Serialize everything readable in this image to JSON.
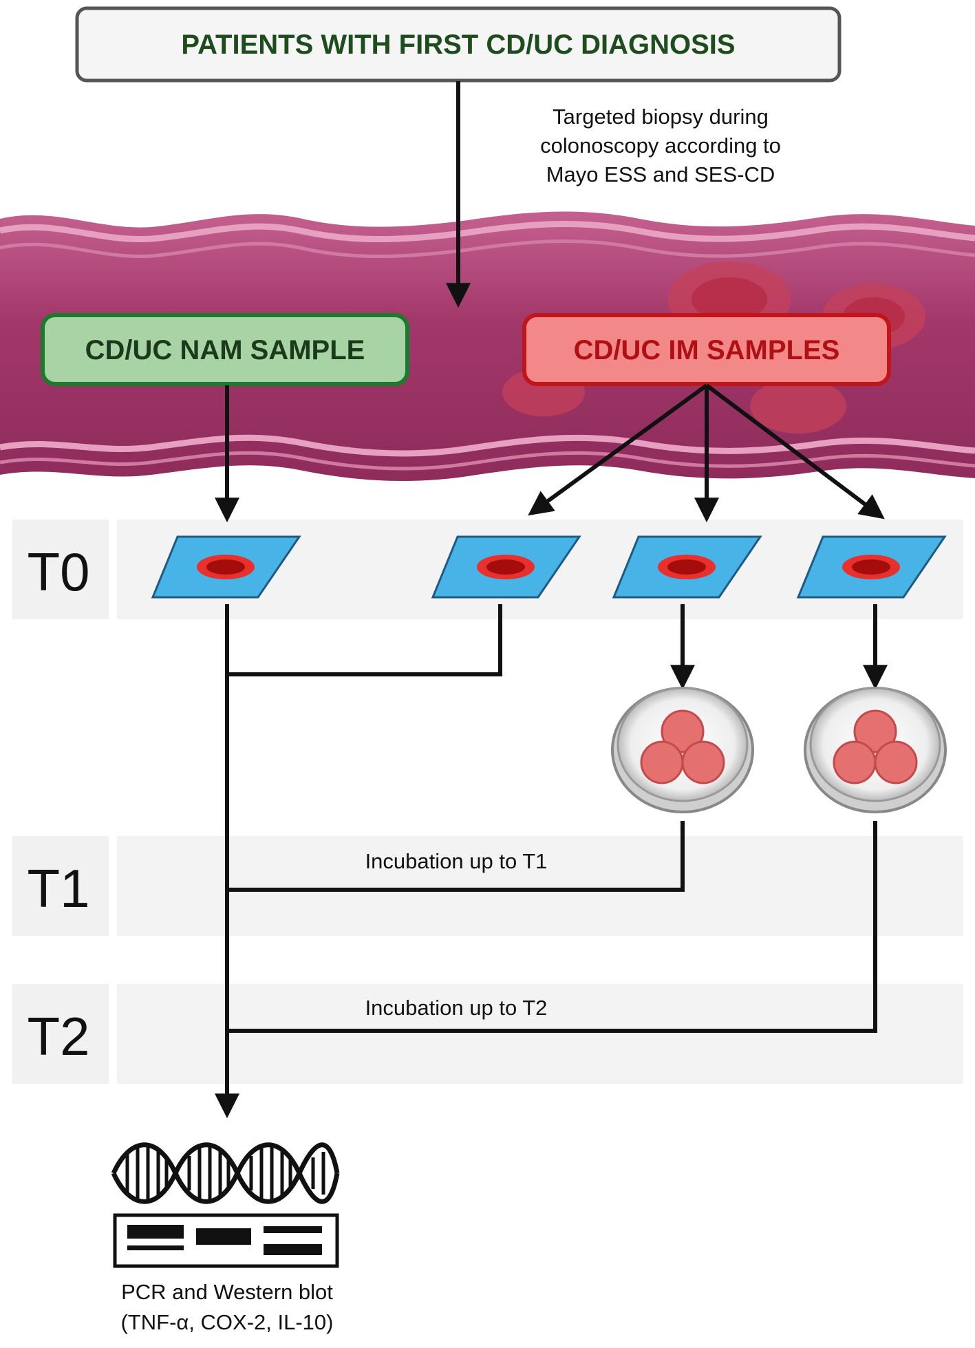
{
  "top_box": {
    "label": "PATIENTS WITH FIRST CD/UC DIAGNOSIS"
  },
  "biopsy_note": {
    "lines": [
      "Targeted biopsy during",
      "colonoscopy according to",
      "Mayo ESS and SES-CD"
    ]
  },
  "nam_box": {
    "label": "CD/UC NAM SAMPLE"
  },
  "im_box": {
    "label": "CD/UC IM SAMPLES"
  },
  "timepoints": {
    "t0": "T0",
    "t1": "T1",
    "t2": "T2"
  },
  "incubation": {
    "t1": "Incubation up to T1",
    "t2": "Incubation up to T2"
  },
  "analysis": {
    "lines": [
      "PCR and Western blot",
      "(TNF-α, COX-2, IL-10)"
    ]
  },
  "colors": {
    "colon": "#a43e6d",
    "colon_light": "#dd8fb0",
    "nam_fill": "#a8d3a4",
    "nam_border": "#1c7a2c",
    "im_fill": "#f28888",
    "im_border": "#c0151b",
    "slide": "#47b3e6",
    "tissue": "#b3100f",
    "band": "#f1f1f1"
  }
}
